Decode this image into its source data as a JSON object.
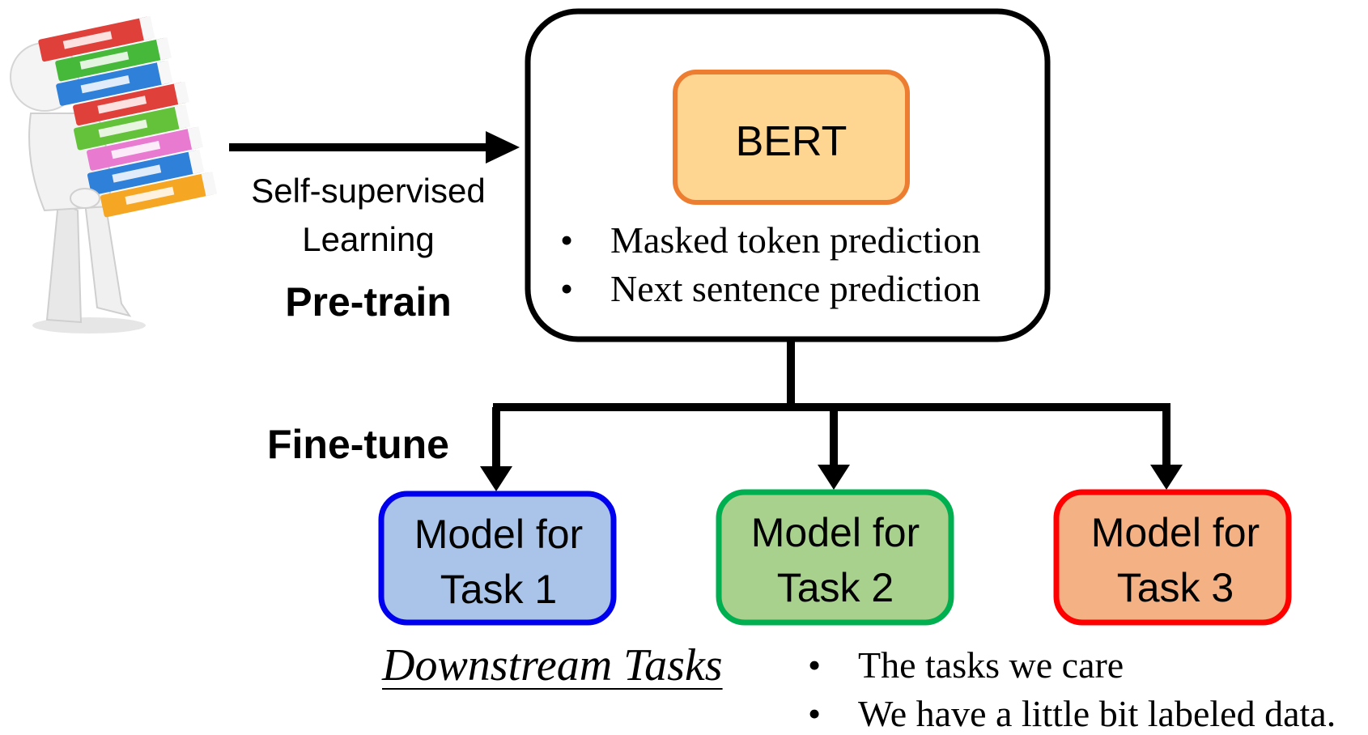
{
  "pretrain_section": {
    "arrow_label_line1": "Self-supervised",
    "arrow_label_line2": "Learning",
    "stage_label": "Pre-train"
  },
  "bert_box": {
    "title": "BERT",
    "objectives": [
      "Masked token prediction",
      "Next sentence prediction"
    ]
  },
  "finetune_section": {
    "stage_label": "Fine-tune"
  },
  "tasks": [
    {
      "line1": "Model for",
      "line2": "Task 1",
      "border_color": "#0000ee",
      "fill_color": "#a9c4e8"
    },
    {
      "line1": "Model for",
      "line2": "Task 2",
      "border_color": "#00b050",
      "fill_color": "#a9d18e"
    },
    {
      "line1": "Model for",
      "line2": "Task 3",
      "border_color": "#ff0000",
      "fill_color": "#f4b183"
    }
  ],
  "downstream": {
    "title": "Downstream Tasks",
    "notes": [
      "The tasks we care",
      "We have a little bit labeled data."
    ]
  },
  "colors": {
    "bert_fill": "#ffd592",
    "bert_border": "#ed7d31"
  },
  "illustration": "person-carrying-binders-icon"
}
